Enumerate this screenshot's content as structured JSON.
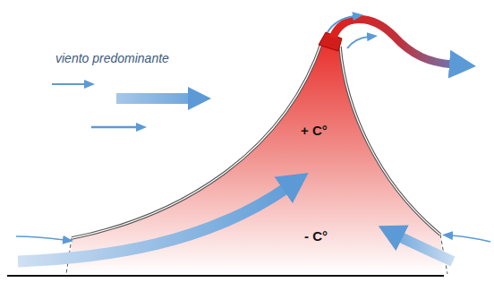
{
  "diagram": {
    "labels": [
      "viento predominante",
      "+ C°",
      "- C°"
    ]
  }
}
